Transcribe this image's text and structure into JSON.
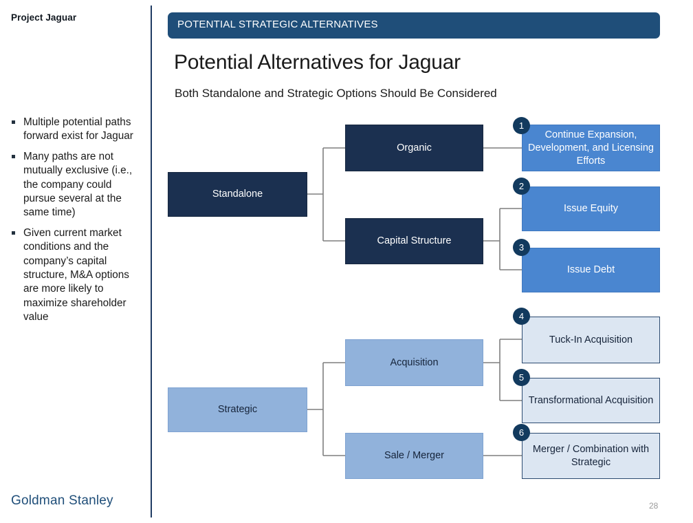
{
  "sidebar": {
    "project_title": "Project Jaguar",
    "bullets": [
      "Multiple potential paths forward exist for Jaguar",
      "Many paths are not mutually exclusive (i.e., the company could pursue several at the same time)",
      "Given current market conditions and the company’s capital structure, M&A options are more likely to maximize shareholder value"
    ],
    "footer_brand": "Goldman Stanley"
  },
  "header": {
    "banner": "POTENTIAL STRATEGIC ALTERNATIVES",
    "title": "Potential Alternatives for Jaguar",
    "subtitle": "Both Standalone and Strategic Options Should Be Considered"
  },
  "diagram": {
    "type": "tree",
    "roots": [
      {
        "id": "standalone",
        "label": "Standalone",
        "style": "dark"
      },
      {
        "id": "strategic",
        "label": "Strategic",
        "style": "steel"
      }
    ],
    "branches": [
      {
        "id": "organic",
        "label": "Organic",
        "style": "dark",
        "parent": "standalone"
      },
      {
        "id": "capital-structure",
        "label": "Capital Structure",
        "style": "dark",
        "parent": "standalone"
      },
      {
        "id": "acquisition",
        "label": "Acquisition",
        "style": "steel",
        "parent": "strategic"
      },
      {
        "id": "sale-merger",
        "label": "Sale / Merger",
        "style": "steel",
        "parent": "strategic"
      }
    ],
    "leaves": [
      {
        "number": "1",
        "label": "Continue Expansion, Development, and Licensing Efforts",
        "style": "mid",
        "parent": "organic"
      },
      {
        "number": "2",
        "label": "Issue Equity",
        "style": "mid",
        "parent": "capital-structure"
      },
      {
        "number": "3",
        "label": "Issue Debt",
        "style": "mid",
        "parent": "capital-structure"
      },
      {
        "number": "4",
        "label": "Tuck-In Acquisition",
        "style": "light",
        "parent": "acquisition"
      },
      {
        "number": "5",
        "label": "Transformational Acquisition",
        "style": "light",
        "parent": "acquisition"
      },
      {
        "number": "6",
        "label": "Merger / Combination with Strategic",
        "style": "light",
        "parent": "sale-merger"
      }
    ]
  },
  "page_number": "28",
  "colors": {
    "navy": "#1f4e79",
    "dark_node": "#1b3050",
    "steel_node": "#91b2db",
    "mid_node": "#4a86d0",
    "light_node": "#dce6f2",
    "badge": "#123a5e",
    "connector": "#7f7f7f"
  }
}
